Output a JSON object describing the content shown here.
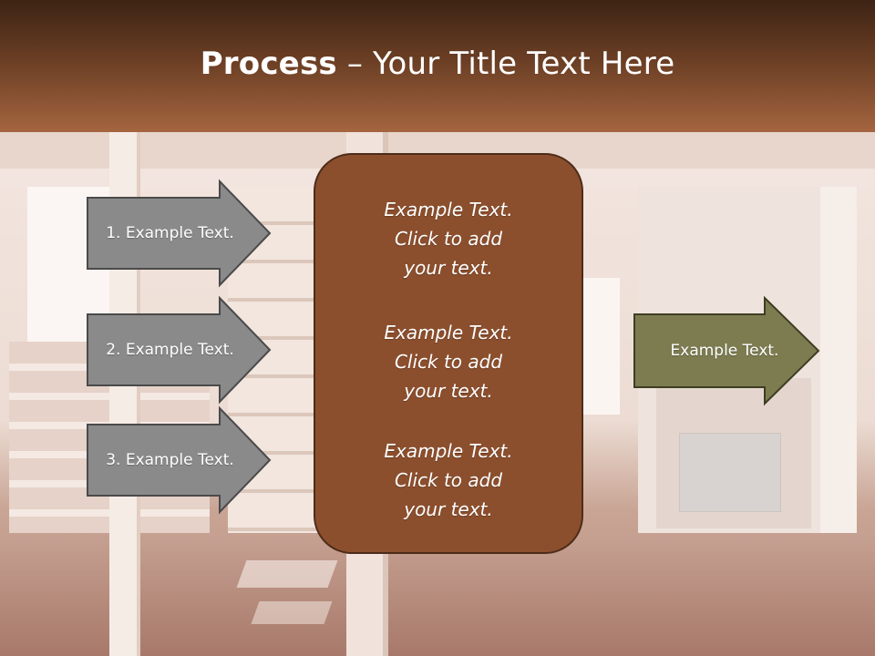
{
  "title": {
    "bold": "Process",
    "rest": " – Your Title Text Here"
  },
  "left_arrows": [
    {
      "label": "1. Example Text."
    },
    {
      "label": "2. Example Text."
    },
    {
      "label": "3. Example Text."
    }
  ],
  "center_box": {
    "items": [
      {
        "text": "Example Text.\nClick  to add\nyour text."
      },
      {
        "text": "Example Text.\nClick  to add\nyour text."
      },
      {
        "text": "Example Text.\nClick  to add\nyour text."
      }
    ]
  },
  "right_arrow": {
    "label": "Example Text."
  },
  "colors": {
    "header_top": "#3d2314",
    "header_bottom": "#a4653f",
    "left_arrow_fill": "#8a8a8a",
    "center_box_fill": "#8c4f2d",
    "right_arrow_fill": "#7d7c51"
  }
}
